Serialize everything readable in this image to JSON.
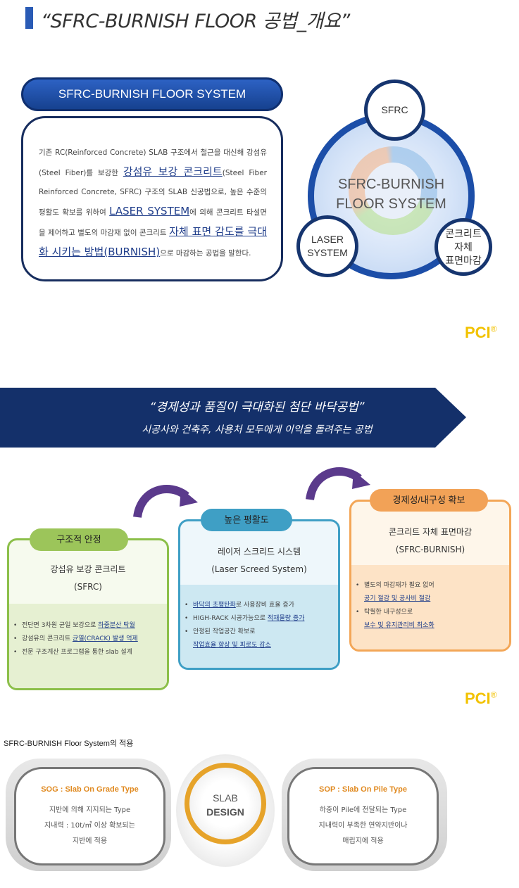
{
  "header": {
    "title": "“SFRC-BURNISH FLOOR 공법_개요”"
  },
  "overview": {
    "system_label": "SFRC-BURNISH FLOOR SYSTEM",
    "desc_1": "기존 RC(Reinforced Concrete) SLAB 구조에서 철근을 대신해 강섬유(Steel Fiber)를 보강한 ",
    "desc_hl1": "강섬유 보강 콘크리트",
    "desc_2": "(Steel Fiber Reinforced Concrete, SFRC) 구조의 SLAB 신공법으로, 높은 수준의 평활도 확보를 위하여 ",
    "desc_hl2": "LASER SYSTEM",
    "desc_3": "에 의해 콘크리트 타설면을 제어하고 별도의 마감재 없이 콘크리트 ",
    "desc_hl3": "자체 표면 감도를 극대화 시키는 방법(BURNISH)",
    "desc_4": "으로 마감하는 공법을 말한다.",
    "diagram_center_line1": "SFRC-BURNISH",
    "diagram_center_line2": "FLOOR SYSTEM",
    "circle_sfrc": "SFRC",
    "circle_laser_line1": "LASER",
    "circle_laser_line2": "SYSTEM",
    "circle_self_line1": "콘크리트",
    "circle_self_line2": "자체",
    "circle_self_line3": "표면마감"
  },
  "brand": {
    "pci": "PCI",
    "reg": "®"
  },
  "banner": {
    "title": "“경제성과 품질이 극대화된 첨단 바닥공법”",
    "subtitle": "시공사와 건축주, 사용처 모두에게 이익을 돌려주는 공법",
    "color": "#14306a"
  },
  "cards": [
    {
      "pill": "구조적 안정",
      "line1": "강섬유 보강 콘크리트",
      "line2": "(SFRC)",
      "b1a": "전단면 3차원 균일 보강으로 ",
      "b1b": "하중분산 탁월",
      "b2a": "강섬유의 콘크리트 ",
      "b2b": "균열(CRACK) 발생 억제",
      "b3a": "전문 구조계산 프로그램을 통한 slab 설계"
    },
    {
      "pill": "높은 평활도",
      "line1": "레이저 스크리드 시스템",
      "line2": "(Laser Screed System)",
      "b1a": "바닥의 초평탄화",
      "b1b": "로 사용장비 효율 증가",
      "b2a": "HIGH-RACK 시공가능으로 ",
      "b2b": "적재물량 증가",
      "b3a": "안정된 작업공간 확보로",
      "b3b": "작업효율 향상 및 피로도 감소"
    },
    {
      "pill": "경제성/내구성 확보",
      "line1": "콘크리트 자체 표면마감",
      "line2": "(SFRC-BURNISH)",
      "b1a": "별도의 마감재가 필요 없어",
      "b1b": "공기 절감 및 공사비 절감",
      "b2a": "탁월한 내구성으로",
      "b2b": "보수 및 유지관리비 최소화"
    }
  ],
  "application": {
    "title": "SFRC-BURNISH Floor System의 적용",
    "sog_title": "SOG : Slab On Grade Type",
    "sog_l1": "지반에 의해 지지되는 Type",
    "sog_l2": "지내력 : 10t/㎡ 이상 확보되는",
    "sog_l3": "지반에 적용",
    "center_l1": "SLAB",
    "center_l2": "DESIGN",
    "sop_title": "SOP : Slab On Pile Type",
    "sop_l1": "하중이 Pile에 전달되는 Type",
    "sop_l2": "지내력이 부족한 연약지반이나",
    "sop_l3": "매립지에 적용"
  }
}
